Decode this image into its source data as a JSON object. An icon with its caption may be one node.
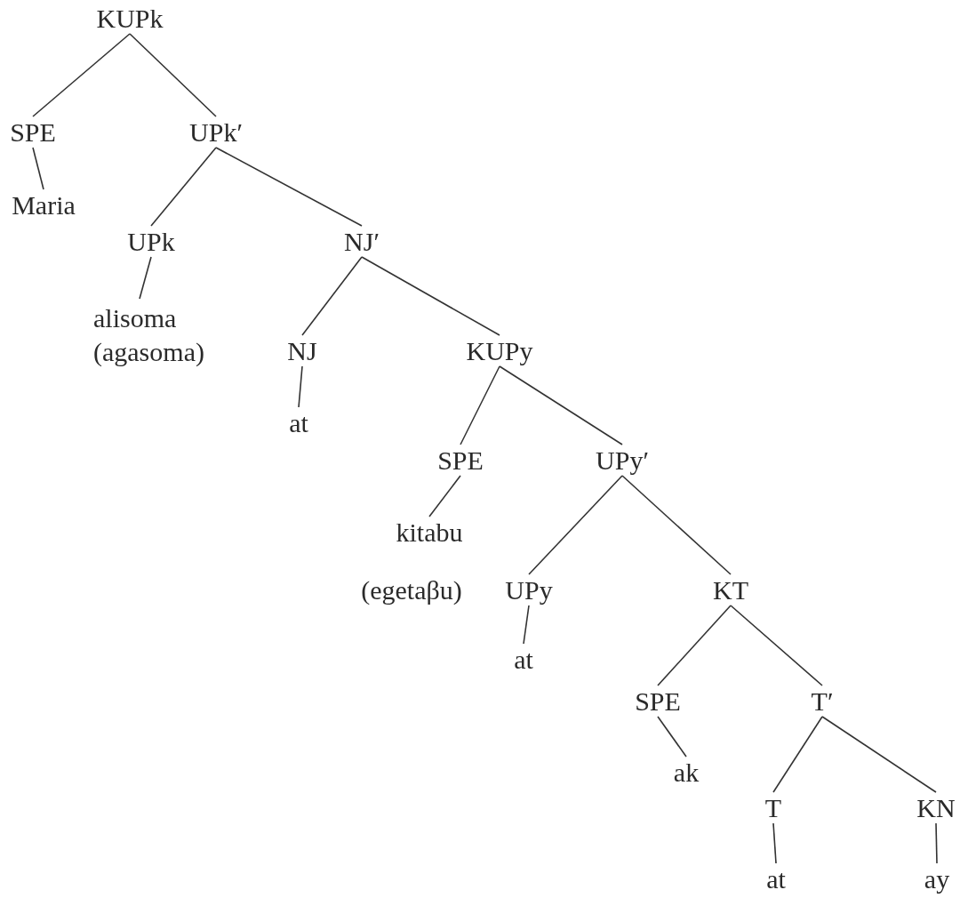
{
  "diagram": {
    "nodes": [
      {
        "text": [
          "KUPk"
        ]
      },
      {
        "text": [
          "SPE"
        ]
      },
      {
        "text": [
          "UPk′"
        ]
      },
      {
        "text": [
          "Maria"
        ]
      },
      {
        "text": [
          "UPk"
        ]
      },
      {
        "text": [
          "NJ′"
        ]
      },
      {
        "text": [
          "alisoma (agasoma)"
        ]
      },
      {
        "text": [
          "NJ"
        ]
      },
      {
        "text": [
          "KUPy"
        ]
      },
      {
        "text": [
          "at"
        ]
      },
      {
        "text": [
          "SPE"
        ]
      },
      {
        "text": [
          "UPy′"
        ]
      },
      {
        "text": [
          "kitabu"
        ],
        "beside": [
          "(egetaβu)"
        ]
      },
      {
        "text": [
          "UPy"
        ]
      },
      {
        "text": [
          "KT"
        ]
      },
      {
        "text": [
          "at"
        ]
      },
      {
        "text": [
          "SPE"
        ]
      },
      {
        "text": [
          "T′"
        ]
      },
      {
        "text": [
          "ak"
        ]
      },
      {
        "text": [
          "T"
        ]
      },
      {
        "text": [
          "KN"
        ]
      },
      {
        "text": [
          "at"
        ]
      },
      {
        "text": [
          "ay"
        ]
      }
    ],
    "edges": [
      {
        "from": 0,
        "to": 1,
        "arrow": "none"
      },
      {
        "from": 0,
        "to": 2,
        "arrow": "none"
      },
      {
        "from": 1,
        "to": 3,
        "arrow": "none"
      },
      {
        "from": 2,
        "to": 4,
        "arrow": "none"
      },
      {
        "from": 2,
        "to": 5,
        "arrow": "none"
      },
      {
        "from": 4,
        "to": 6,
        "arrow": "none"
      },
      {
        "from": 5,
        "to": 7,
        "arrow": "none"
      },
      {
        "from": 5,
        "to": 8,
        "arrow": "none"
      },
      {
        "from": 7,
        "to": 9,
        "arrow": "none"
      },
      {
        "from": 8,
        "to": 10,
        "arrow": "none"
      },
      {
        "from": 8,
        "to": 11,
        "arrow": "none"
      },
      {
        "from": 10,
        "to": 12,
        "arrow": "none"
      },
      {
        "from": 11,
        "to": 13,
        "arrow": "none"
      },
      {
        "from": 11,
        "to": 14,
        "arrow": "none"
      },
      {
        "from": 13,
        "to": 15,
        "arrow": "none"
      },
      {
        "from": 14,
        "to": 16,
        "arrow": "none"
      },
      {
        "from": 14,
        "to": 17,
        "arrow": "none"
      },
      {
        "from": 16,
        "to": 18,
        "arrow": "none"
      },
      {
        "from": 17,
        "to": 19,
        "arrow": "none"
      },
      {
        "from": 17,
        "to": 20,
        "arrow": "none"
      },
      {
        "from": 19,
        "to": 21,
        "arrow": "none"
      },
      {
        "from": 20,
        "to": 22,
        "arrow": "none"
      }
    ]
  }
}
